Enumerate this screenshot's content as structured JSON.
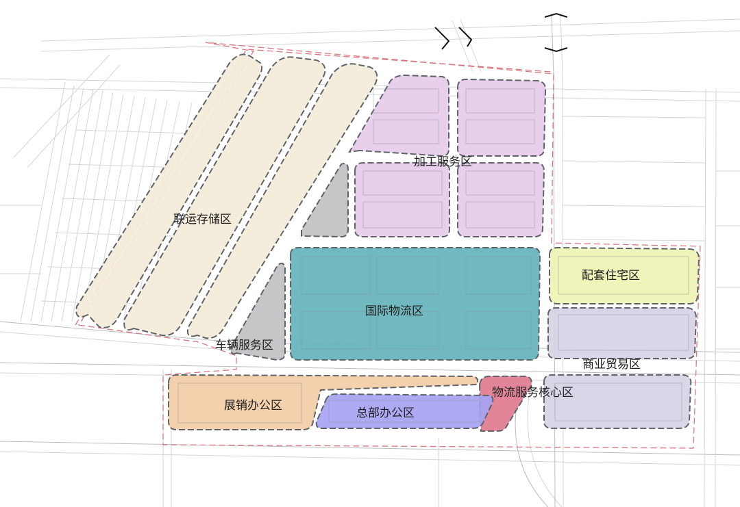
{
  "zones": [
    {
      "id": "storage",
      "label": "联运存储区",
      "color": "#f4ecd8"
    },
    {
      "id": "processing",
      "label": "加工服务区",
      "color": "#e6cbe9"
    },
    {
      "id": "vehicle",
      "label": "车辆服务区",
      "color": "#bfc1c3"
    },
    {
      "id": "logistics",
      "label": "国际物流区",
      "color": "#64b3bc"
    },
    {
      "id": "housing",
      "label": "配套住宅区",
      "color": "#eef3b4"
    },
    {
      "id": "trade",
      "label": "商业贸易区",
      "color": "#d7d3e6"
    },
    {
      "id": "core",
      "label": "物流服务核心区",
      "color": "#e07b8f"
    },
    {
      "id": "exhibition",
      "label": "展销办公区",
      "color": "#f1cda5"
    },
    {
      "id": "hq",
      "label": "总部办公区",
      "color": "#a6a3f2"
    }
  ],
  "boundary_color": "#d9777f",
  "zone_border_color": "#5f6368"
}
